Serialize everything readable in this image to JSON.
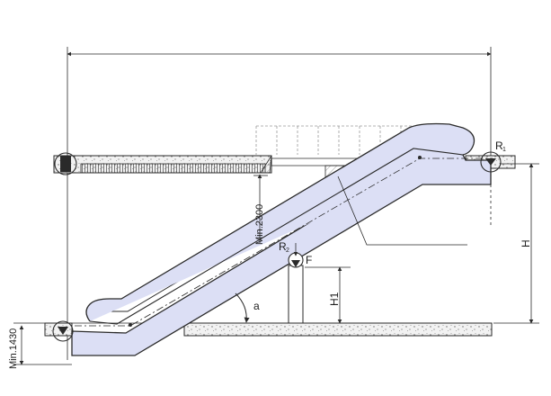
{
  "labels": {
    "r1": "R",
    "r1_sub": "1",
    "r2": "R",
    "r2_sub": "2",
    "f": "F",
    "angle": "a",
    "h": "H",
    "h1": "H1",
    "min_clearance": "Min.2300",
    "min_pit": "Min.1430"
  },
  "colors": {
    "escalator_fill": "#dcdff5",
    "slab_fill": "#f1f1f1",
    "line": "#2a2a2a"
  }
}
